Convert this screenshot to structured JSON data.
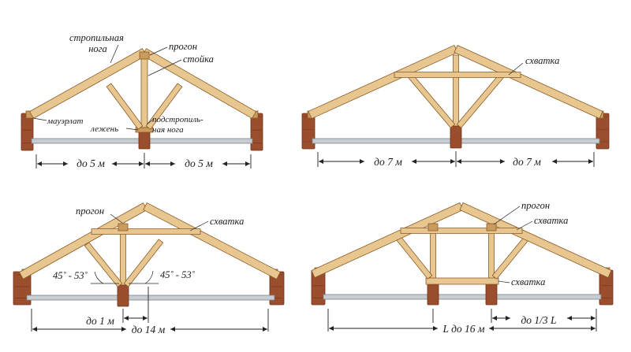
{
  "colors": {
    "timber": "#e8c690",
    "timber_dark": "#c99c5e",
    "timber_edge": "#8a5a24",
    "brick": "#9a4e2e",
    "brick_dark": "#6e3218",
    "tie_beam": "#c8cdd2",
    "tie_beam_edge": "#7d838a",
    "text": "#1a1a1a"
  },
  "diagrams": {
    "tl": {
      "labels": {
        "rafter": "стропильная\nнога",
        "purlin": "прогон",
        "post": "стойка",
        "wallplate": "мауэрлат",
        "sill": "лежень",
        "strut": "подстропиль-\nная нога"
      },
      "dims": [
        "до 5 м",
        "до 5 м"
      ]
    },
    "tr": {
      "labels": {
        "collar": "схватка"
      },
      "dims": [
        "до 7 м",
        "до 7 м"
      ]
    },
    "bl": {
      "labels": {
        "purlin": "прогон",
        "collar": "схватка"
      },
      "angles": [
        "45˚ - 53˚",
        "45˚ - 53˚"
      ],
      "dims": [
        "до 1 м",
        "до 14 м"
      ]
    },
    "br": {
      "labels": {
        "purlin": "прогон",
        "collar_top": "схватка",
        "collar_low": "схватка"
      },
      "dims": [
        "L до 16 м",
        "до 1/3 L"
      ]
    }
  }
}
